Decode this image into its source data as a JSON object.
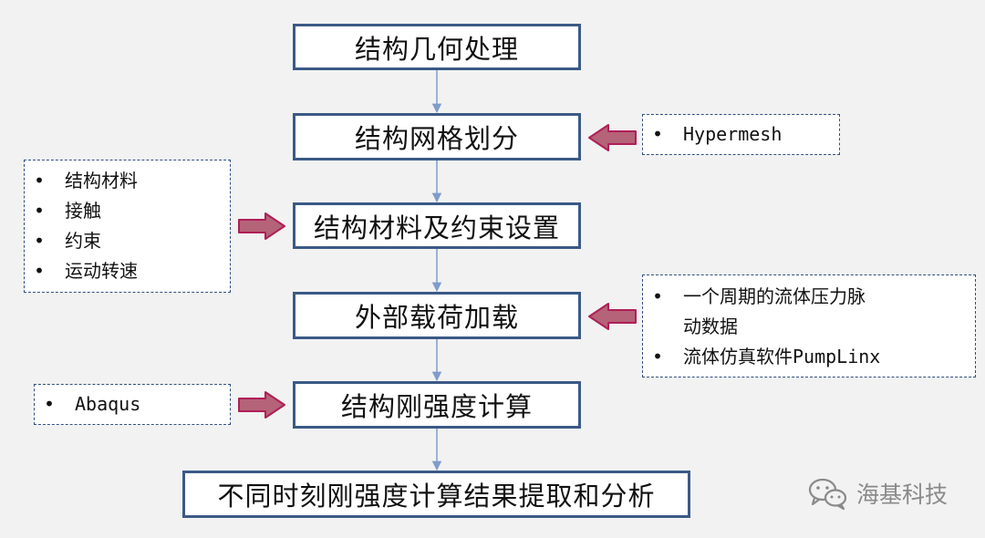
{
  "steps": {
    "geometry": "结构几何处理",
    "mesh": "结构网格划分",
    "material": "结构材料及约束设置",
    "load": "外部载荷加载",
    "compute": "结构刚强度计算",
    "analysis": "不同时刻刚强度计算结果提取和分析"
  },
  "notes": {
    "mesh_tool": {
      "bullet": "•",
      "items": [
        "Hypermesh"
      ]
    },
    "material_inputs": {
      "bullet": "•",
      "items": [
        "结构材料",
        "接触",
        "约束",
        "运动转速"
      ]
    },
    "load_inputs": {
      "bullet": "•",
      "item1_line1": "一个周期的流体压力脉",
      "item1_line2": "动数据",
      "item2": "流体仿真软件PumpLinx"
    },
    "solver": {
      "bullet": "•",
      "items": [
        "Abaqus"
      ]
    }
  },
  "watermark": {
    "text": "海基科技",
    "icon": "wechat-icon"
  },
  "colors": {
    "background": "#f2f2f2",
    "box_border": "#3b5a86",
    "connector": "#7f9ccb",
    "side_arrow_fill": "#b56378",
    "side_arrow_stroke": "#b01e58"
  }
}
